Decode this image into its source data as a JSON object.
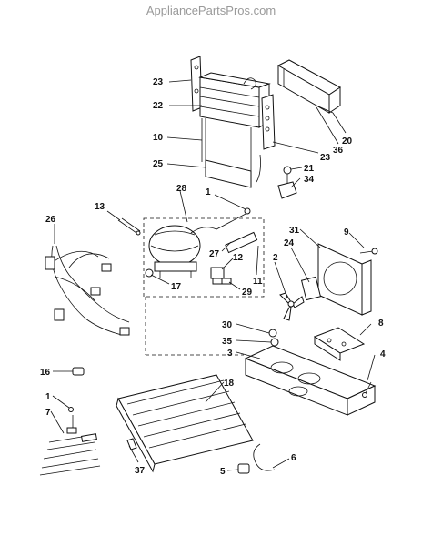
{
  "watermark": "AppliancePartsPros.com",
  "callouts": {
    "c23a": "23",
    "c22": "22",
    "c10": "10",
    "c25": "25",
    "c28": "28",
    "c1a": "1",
    "c13": "13",
    "c26": "26",
    "c27": "27",
    "c12": "12",
    "c17": "17",
    "c29": "29",
    "c11": "11",
    "c2": "2",
    "c24": "24",
    "c31": "31",
    "c9": "9",
    "c20": "20",
    "c36": "36",
    "c23b": "23",
    "c21": "21",
    "c34": "34",
    "c30": "30",
    "c35": "35",
    "c3": "3",
    "c8": "8",
    "c4": "4",
    "c16": "16",
    "c1b": "1",
    "c7": "7",
    "c18": "18",
    "c37": "37",
    "c5": "5",
    "c6": "6"
  }
}
